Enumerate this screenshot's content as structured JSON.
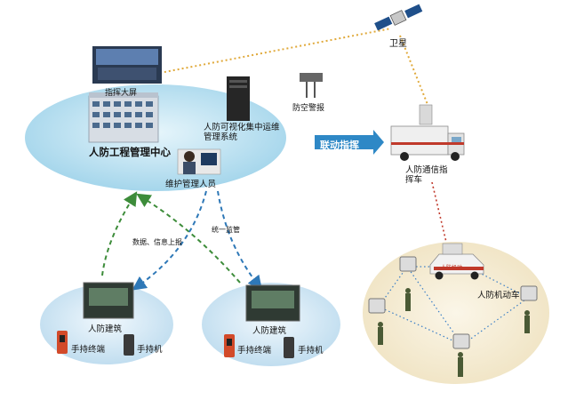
{
  "labels": {
    "satellite": "卫星",
    "command_screen": "指挥大屏",
    "air_raid_alarm": "防空警报",
    "center": "人防工程管理中心",
    "visual_system": "人防可视化集中运维管理系统",
    "maintenance_staff": "维护管理人员",
    "linkage_command": "联动指挥",
    "comm_vehicle": "人防通信指挥车",
    "data_upload": "数据、信息上报",
    "unified_supervision": "统一监管",
    "building_left": "人防建筑",
    "building_right": "人防建筑",
    "terminal_left": "手持终端",
    "phone_left": "手持机",
    "terminal_right": "手持终端",
    "phone_right": "手持机",
    "mobile_vehicle": "人防机动车",
    "vehicle_plate": "人防机动"
  },
  "colors": {
    "ellipse_fill": "#b4dff0",
    "ellipse_light": "#e3f3fa",
    "field_fill": "#f3ecd6",
    "arrow_green": "#3d8c3a",
    "arrow_blue": "#2e78b7",
    "dotted_link": "#e0a93a",
    "red_link": "#c0392b",
    "banner": "#2e88c6"
  }
}
